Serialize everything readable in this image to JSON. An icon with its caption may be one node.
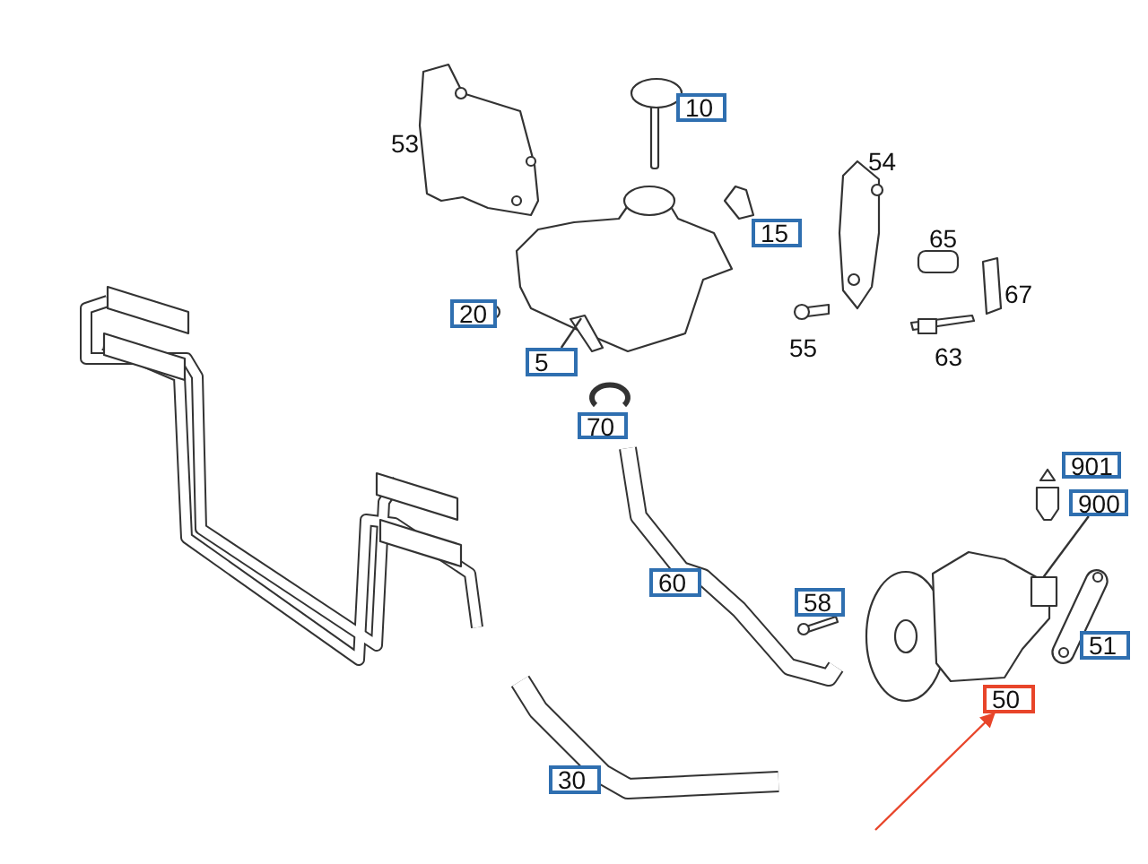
{
  "diagram": {
    "nodes": [
      {
        "text": [
          "10"
        ]
      },
      {
        "text": [
          "15"
        ]
      },
      {
        "text": [
          "20"
        ]
      },
      {
        "text": [
          "5"
        ]
      },
      {
        "text": [
          "70"
        ]
      },
      {
        "text": [
          "901"
        ]
      },
      {
        "text": [
          "900"
        ]
      },
      {
        "text": [
          "60"
        ]
      },
      {
        "text": [
          "58"
        ]
      },
      {
        "text": [
          "51"
        ]
      },
      {
        "text": [
          "50"
        ]
      },
      {
        "text": [
          "30"
        ]
      },
      {
        "text": [],
        "shape": "picture"
      },
      {
        "text": [],
        "shape": "picture"
      }
    ],
    "edges": [
      {
        "from": null,
        "to": 10,
        "arrow": "to",
        "color": "#e8452a"
      },
      {
        "from": 6,
        "to": 12,
        "arrow": "none"
      },
      {
        "from": 3,
        "to": 13,
        "arrow": "none"
      }
    ],
    "labels": [
      "53",
      "54",
      "65",
      "67",
      "55",
      "63"
    ]
  }
}
